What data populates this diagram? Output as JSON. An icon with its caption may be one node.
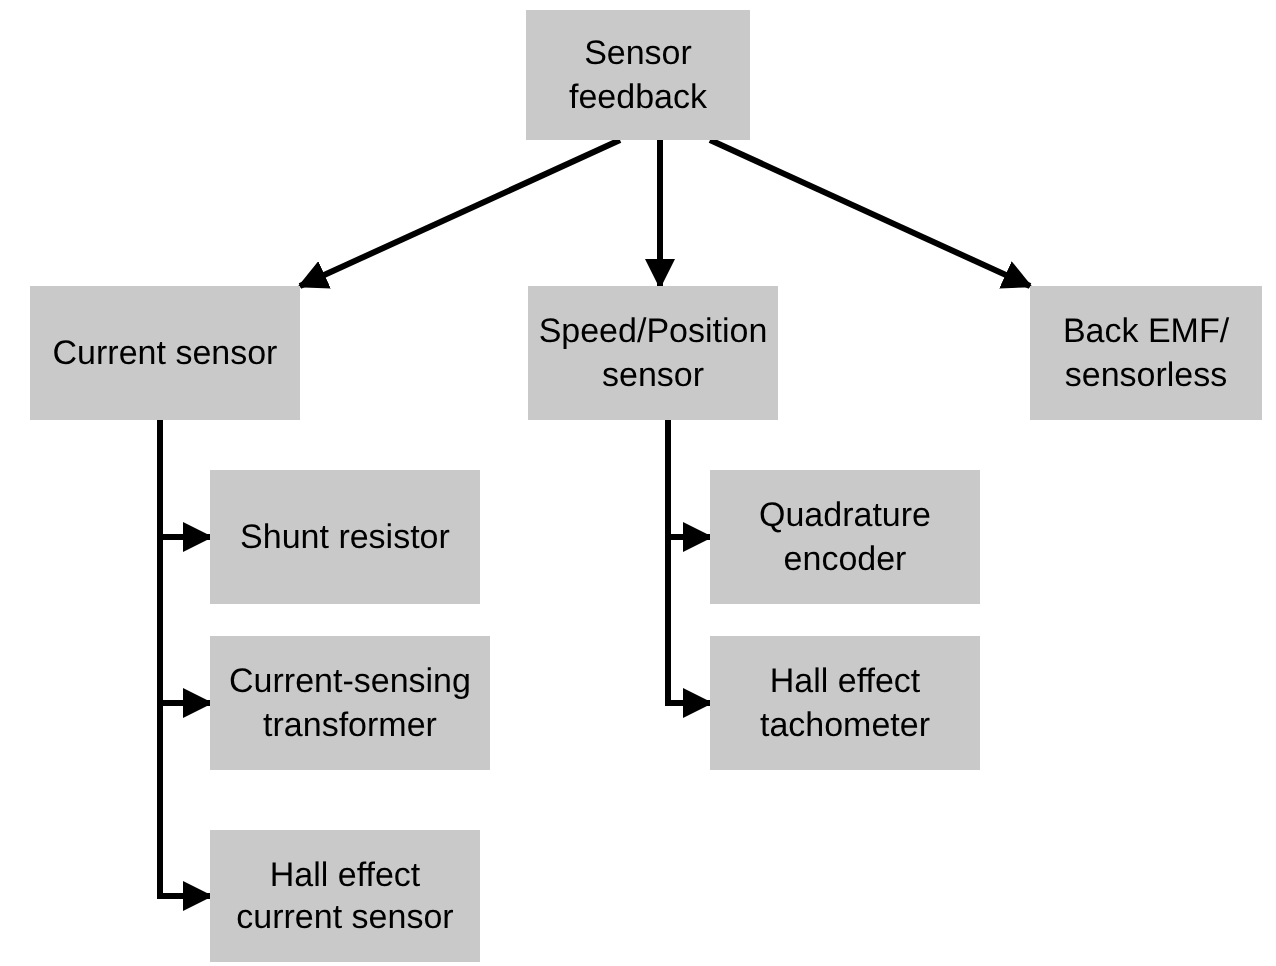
{
  "diagram": {
    "nodes": [
      {
        "text": [
          "Sensor feedback"
        ]
      },
      {
        "text": [
          "Current sensor"
        ]
      },
      {
        "text": [
          "Speed/Position sensor"
        ]
      },
      {
        "text": [
          "Back EMF/ sensorless"
        ]
      },
      {
        "text": [
          "Shunt resistor"
        ]
      },
      {
        "text": [
          "Current-sensing transformer"
        ]
      },
      {
        "text": [
          "Hall effect current sensor"
        ]
      },
      {
        "text": [
          "Quadrature encoder"
        ]
      },
      {
        "text": [
          "Hall effect tachometer"
        ]
      }
    ],
    "edges": [
      {
        "from": 0,
        "to": 1,
        "arrow": "to"
      },
      {
        "from": 0,
        "to": 2,
        "arrow": "to"
      },
      {
        "from": 0,
        "to": 3,
        "arrow": "to"
      },
      {
        "from": 1,
        "to": 4,
        "arrow": "to"
      },
      {
        "from": 1,
        "to": 5,
        "arrow": "to"
      },
      {
        "from": 1,
        "to": 6,
        "arrow": "to"
      },
      {
        "from": 2,
        "to": 7,
        "arrow": "to"
      },
      {
        "from": 2,
        "to": 8,
        "arrow": "to"
      }
    ]
  }
}
